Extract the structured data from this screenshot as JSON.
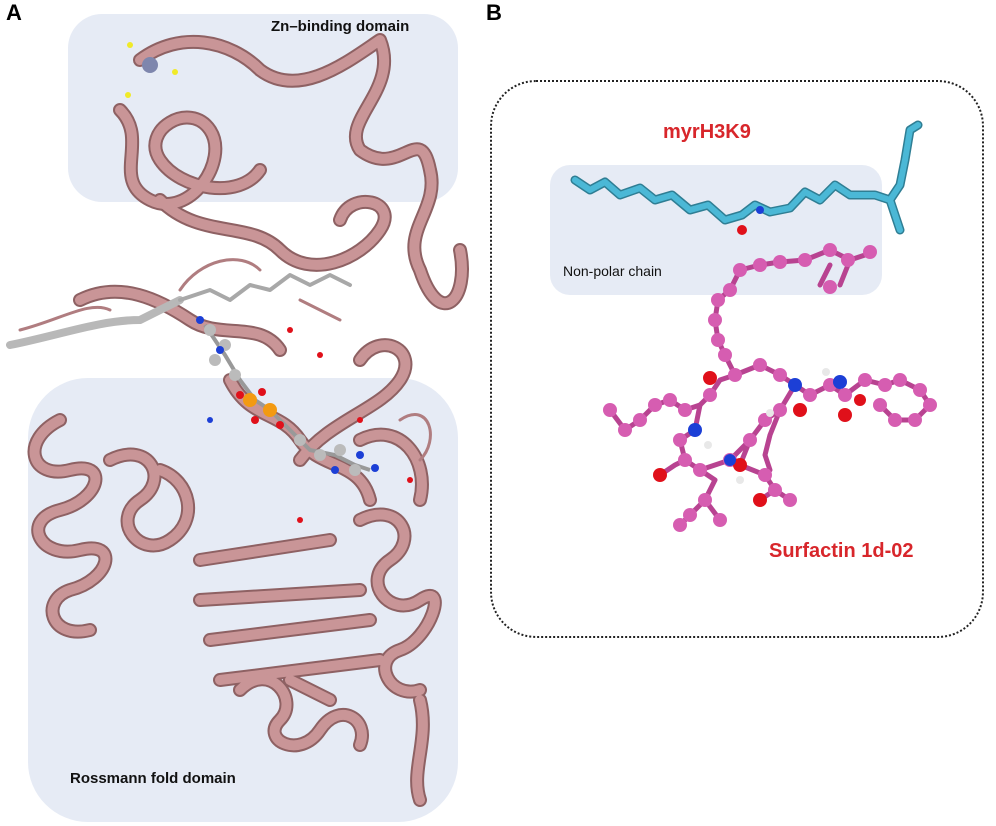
{
  "panel_a": {
    "letter": "A",
    "zn_domain_label": "Zn–binding domain",
    "rossmann_label": "Rossmann fold domain"
  },
  "panel_b": {
    "letter": "B",
    "peptide_label": "myrH3K9",
    "nonpolar_label": "Non-polar chain",
    "ligand_label": "Surfactin 1d-02"
  },
  "colors": {
    "protein_ribbon": "#c99597",
    "domain_box": "#e6ebf5",
    "peptide_stick": "#4bb8d6",
    "ligand_carbon": "#d65db1",
    "oxygen": "#e0101a",
    "nitrogen": "#1c3fd6",
    "phosphorus": "#f39a12",
    "label_red": "#d8262b"
  }
}
